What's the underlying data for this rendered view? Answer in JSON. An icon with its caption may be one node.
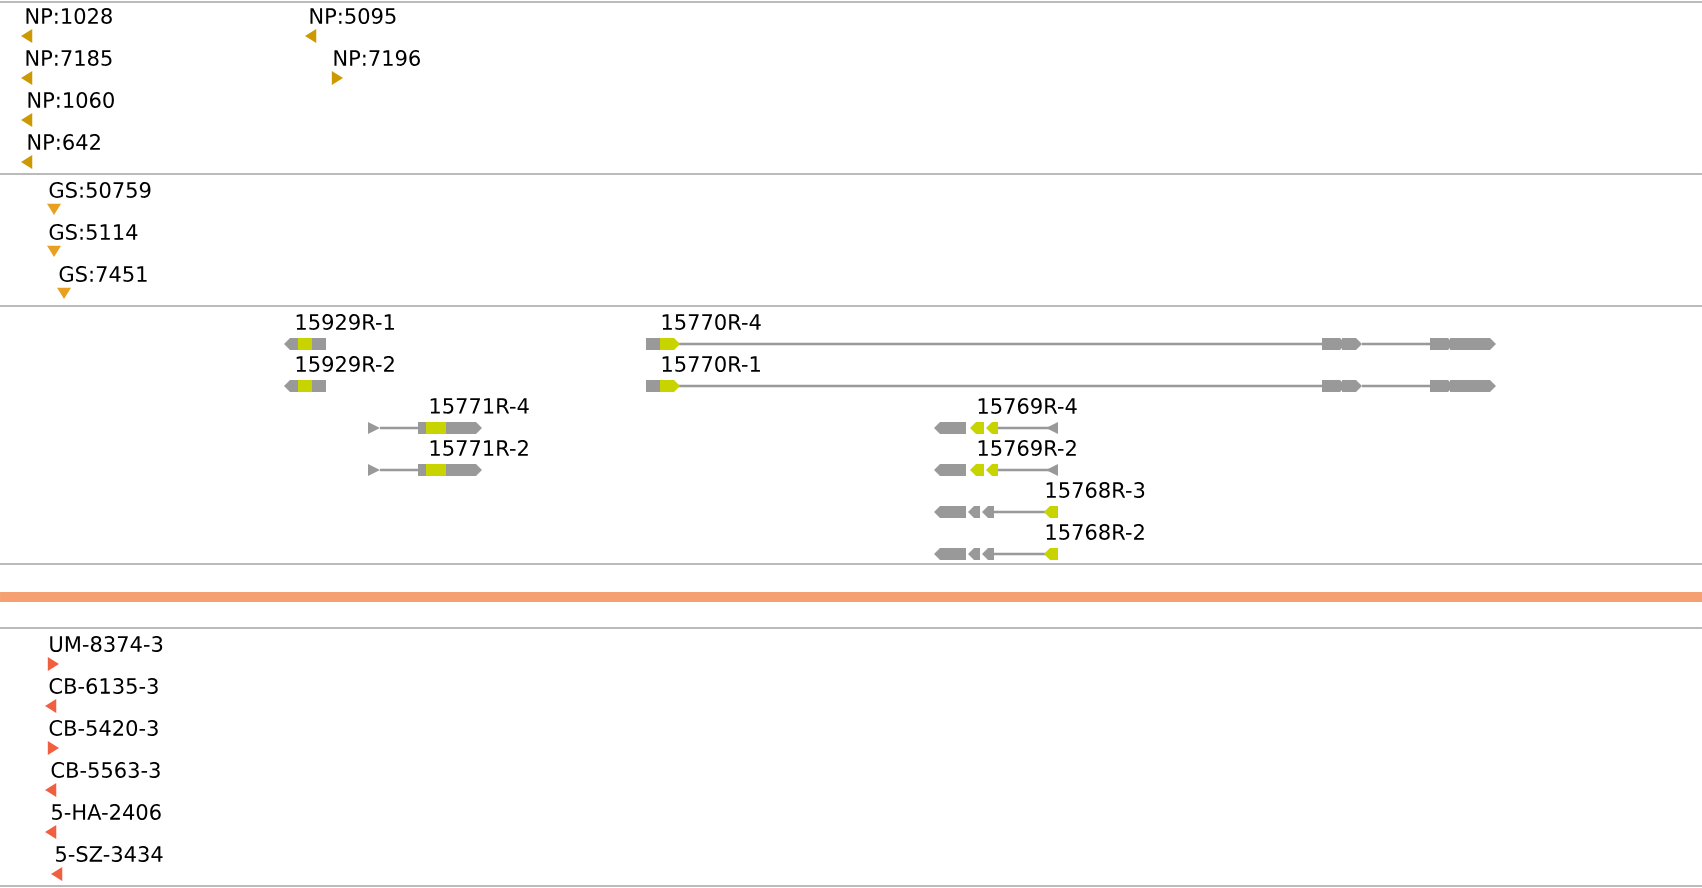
{
  "diagram": {
    "labels": [
      "NP:1028",
      "NP:5095",
      "NP:7185",
      "NP:7196",
      "NP:1060",
      "NP:642",
      "GS:50759",
      "GS:5114",
      "GS:7451",
      "15929R-1",
      "15770R-4",
      "15929R-2",
      "15770R-1",
      "15771R-4",
      "15769R-4",
      "15771R-2",
      "15769R-2",
      "15768R-3",
      "15768R-2",
      "UM-8374-3",
      "CB-6135-3",
      "CB-5420-3",
      "CB-5563-3",
      "5-HA-2406",
      "5-SZ-3434"
    ]
  }
}
